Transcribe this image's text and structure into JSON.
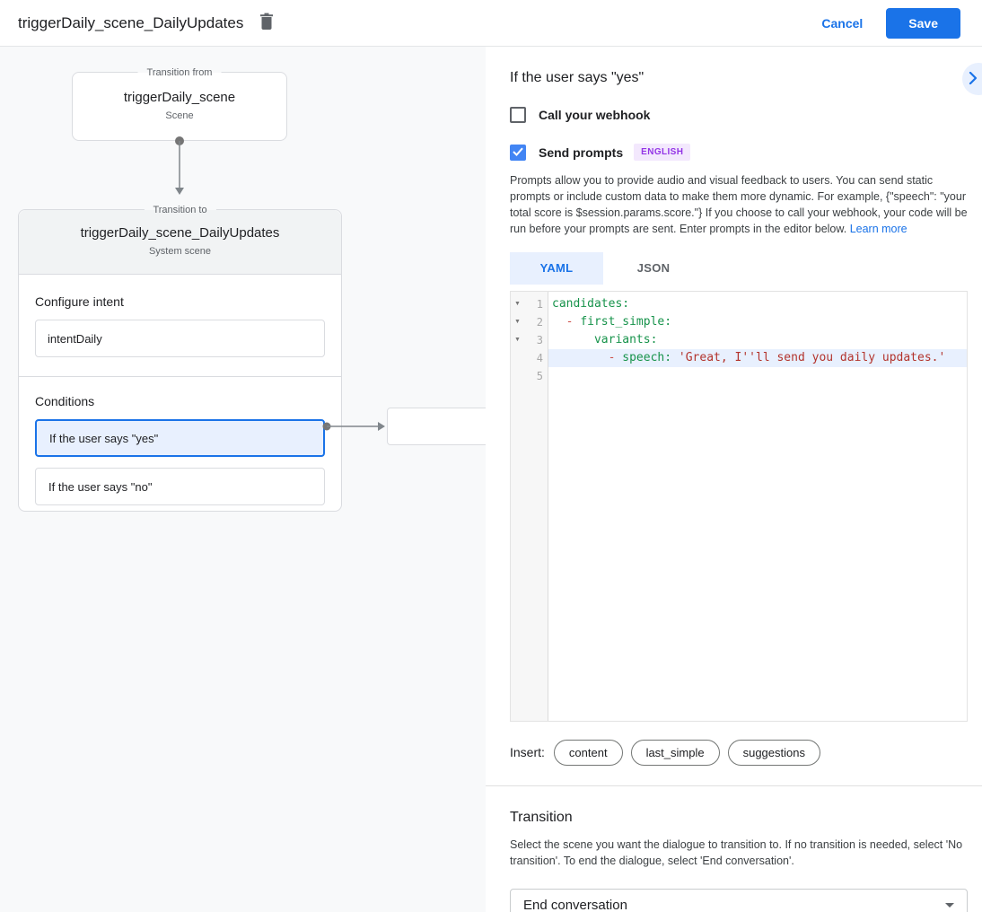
{
  "header": {
    "title": "triggerDaily_scene_DailyUpdates",
    "cancel_label": "Cancel",
    "save_label": "Save"
  },
  "flow": {
    "from": {
      "legend": "Transition from",
      "name": "triggerDaily_scene",
      "type": "Scene"
    },
    "to": {
      "legend": "Transition to",
      "name": "triggerDaily_scene_DailyUpdates",
      "type": "System scene",
      "configure_intent_label": "Configure intent",
      "intent_value": "intentDaily",
      "conditions_label": "Conditions",
      "conditions": [
        {
          "label": "If the user says \"yes\"",
          "selected": true
        },
        {
          "label": "If the user says \"no\"",
          "selected": false
        }
      ]
    }
  },
  "panel": {
    "title": "If the user says \"yes\"",
    "webhook": {
      "label": "Call your webhook",
      "checked": false
    },
    "prompts": {
      "label": "Send prompts",
      "checked": true,
      "badge": "ENGLISH"
    },
    "description": "Prompts allow you to provide audio and visual feedback to users. You can send static prompts or include custom data to make them more dynamic. For example, {\"speech\": \"your total score is $session.params.score.\"} If you choose to call your webhook, your code will be run before your prompts are sent. Enter prompts in the editor below.",
    "learn_more_label": "Learn more",
    "editor": {
      "tabs": [
        "YAML",
        "JSON"
      ],
      "active_tab": "YAML",
      "lines": [
        {
          "num": "1",
          "fold": true,
          "active": false,
          "tokens": [
            {
              "c": "key",
              "t": "candidates:"
            }
          ]
        },
        {
          "num": "2",
          "fold": true,
          "active": false,
          "tokens": [
            {
              "c": "plain",
              "t": "  "
            },
            {
              "c": "dash",
              "t": "- "
            },
            {
              "c": "key",
              "t": "first_simple:"
            }
          ]
        },
        {
          "num": "3",
          "fold": true,
          "active": false,
          "tokens": [
            {
              "c": "plain",
              "t": "      "
            },
            {
              "c": "key",
              "t": "variants:"
            }
          ]
        },
        {
          "num": "4",
          "fold": false,
          "active": true,
          "tokens": [
            {
              "c": "plain",
              "t": "        "
            },
            {
              "c": "dash",
              "t": "- "
            },
            {
              "c": "key",
              "t": "speech: "
            },
            {
              "c": "string",
              "t": "'Great, I''ll send you daily updates.'"
            }
          ]
        },
        {
          "num": "5",
          "fold": false,
          "active": false,
          "tokens": []
        }
      ]
    },
    "insert": {
      "label": "Insert:",
      "chips": [
        "content",
        "last_simple",
        "suggestions"
      ]
    },
    "transition": {
      "title": "Transition",
      "description": "Select the scene you want the dialogue to transition to. If no transition is needed, select 'No transition'. To end the dialogue, select 'End conversation'.",
      "value": "End conversation"
    }
  },
  "colors": {
    "accent_blue": "#1a73e8",
    "checkbox_blue": "#4285f4",
    "selected_bg": "#e8f0fe",
    "badge_bg": "#f3e8fd",
    "badge_text": "#9334e6",
    "code_key_green": "#17934b",
    "code_string_red": "#b3332c",
    "canvas_bg": "#f8f9fa"
  }
}
